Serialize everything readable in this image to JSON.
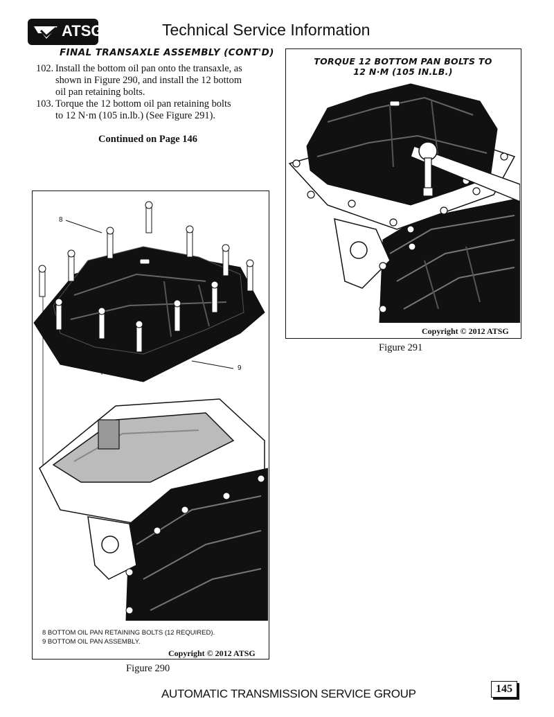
{
  "header": {
    "logo_text": "ATSG",
    "title": "Technical Service Information"
  },
  "section_title": "FINAL TRANSAXLE ASSEMBLY (CONT'D)",
  "steps": [
    {
      "number": "102.",
      "lines": [
        "Install the bottom oil pan onto the transaxle, as",
        "shown in Figure 290, and install the 12 bottom",
        "oil pan retaining bolts."
      ]
    },
    {
      "number": "103.",
      "lines": [
        "Torque the 12 bottom oil pan retaining bolts",
        "to 12 N·m (105 in.lb.)  (See Figure 291)."
      ]
    }
  ],
  "continued": "Continued on Page 146",
  "figure291": {
    "callout_line1": "TORQUE 12 BOTTOM PAN BOLTS TO",
    "callout_line2": "12 N·M  (105 IN.LB.)",
    "copyright": "Copyright © 2012 ATSG",
    "caption": "Figure 291"
  },
  "figure290": {
    "label_8": "8",
    "label_9": "9",
    "legend_1": "8  BOTTOM OIL PAN RETAINING BOLTS  (12 REQUIRED).",
    "legend_2": "9  BOTTOM OIL PAN ASSEMBLY.",
    "copyright": "Copyright © 2012 ATSG",
    "caption": "Figure 290"
  },
  "footer": {
    "text": "AUTOMATIC TRANSMISSION SERVICE GROUP",
    "page_number": "145"
  }
}
